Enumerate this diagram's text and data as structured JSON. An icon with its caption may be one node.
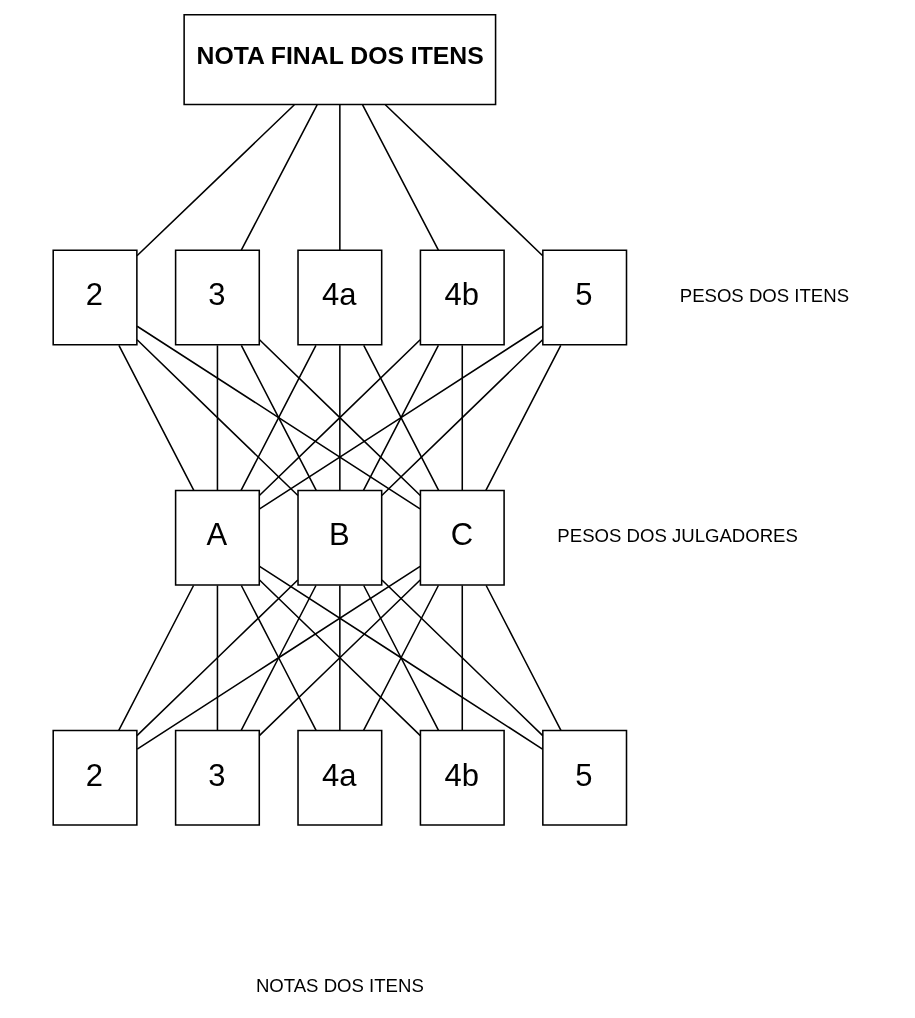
{
  "diagram": {
    "nodes": [
      {
        "text": [
          "NOTA FINAL DOS ITENS"
        ]
      },
      {
        "text": [
          "2"
        ]
      },
      {
        "text": [
          "3"
        ]
      },
      {
        "text": [
          "4a"
        ]
      },
      {
        "text": [
          "4b"
        ]
      },
      {
        "text": [
          "5"
        ]
      },
      {
        "text": [
          "A"
        ]
      },
      {
        "text": [
          "B"
        ]
      },
      {
        "text": [
          "C"
        ]
      },
      {
        "text": [
          "2"
        ]
      },
      {
        "text": [
          "3"
        ]
      },
      {
        "text": [
          "4a"
        ]
      },
      {
        "text": [
          "4b"
        ]
      },
      {
        "text": [
          "5"
        ]
      }
    ],
    "edges": [
      {
        "from": 0,
        "to": 1,
        "arrow": "none"
      },
      {
        "from": 0,
        "to": 2,
        "arrow": "none"
      },
      {
        "from": 0,
        "to": 3,
        "arrow": "none"
      },
      {
        "from": 0,
        "to": 4,
        "arrow": "none"
      },
      {
        "from": 0,
        "to": 5,
        "arrow": "none"
      },
      {
        "from": 1,
        "to": 6,
        "arrow": "none"
      },
      {
        "from": 1,
        "to": 7,
        "arrow": "none"
      },
      {
        "from": 1,
        "to": 8,
        "arrow": "none"
      },
      {
        "from": 2,
        "to": 6,
        "arrow": "none"
      },
      {
        "from": 2,
        "to": 7,
        "arrow": "none"
      },
      {
        "from": 2,
        "to": 8,
        "arrow": "none"
      },
      {
        "from": 3,
        "to": 6,
        "arrow": "none"
      },
      {
        "from": 3,
        "to": 7,
        "arrow": "none"
      },
      {
        "from": 3,
        "to": 8,
        "arrow": "none"
      },
      {
        "from": 4,
        "to": 6,
        "arrow": "none"
      },
      {
        "from": 4,
        "to": 7,
        "arrow": "none"
      },
      {
        "from": 4,
        "to": 8,
        "arrow": "none"
      },
      {
        "from": 5,
        "to": 6,
        "arrow": "none"
      },
      {
        "from": 5,
        "to": 7,
        "arrow": "none"
      },
      {
        "from": 5,
        "to": 8,
        "arrow": "none"
      },
      {
        "from": 6,
        "to": 9,
        "arrow": "none"
      },
      {
        "from": 6,
        "to": 10,
        "arrow": "none"
      },
      {
        "from": 6,
        "to": 11,
        "arrow": "none"
      },
      {
        "from": 6,
        "to": 12,
        "arrow": "none"
      },
      {
        "from": 6,
        "to": 13,
        "arrow": "none"
      },
      {
        "from": 7,
        "to": 9,
        "arrow": "none"
      },
      {
        "from": 7,
        "to": 10,
        "arrow": "none"
      },
      {
        "from": 7,
        "to": 11,
        "arrow": "none"
      },
      {
        "from": 7,
        "to": 12,
        "arrow": "none"
      },
      {
        "from": 7,
        "to": 13,
        "arrow": "none"
      },
      {
        "from": 8,
        "to": 9,
        "arrow": "none"
      },
      {
        "from": 8,
        "to": 10,
        "arrow": "none"
      },
      {
        "from": 8,
        "to": 11,
        "arrow": "none"
      },
      {
        "from": 8,
        "to": 12,
        "arrow": "none"
      },
      {
        "from": 8,
        "to": 13,
        "arrow": "none"
      }
    ],
    "labels": [
      "PESOS DOS ITENS",
      "PESOS DOS JULGADORES",
      "NOTAS DOS ITENS"
    ]
  }
}
